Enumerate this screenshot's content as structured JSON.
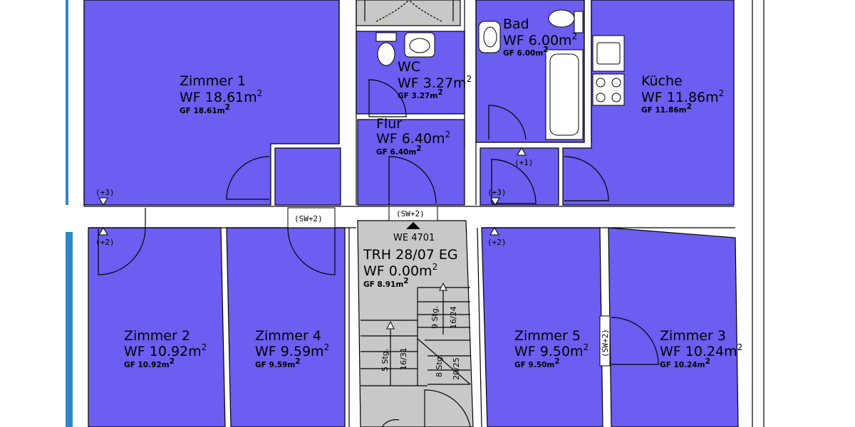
{
  "colors": {
    "room": "#6b5ef0",
    "stair": "#c8c8c8",
    "wall": "#ffffff",
    "line": "#000000",
    "edge": "#2f86c8"
  },
  "rooms": {
    "zimmer1": {
      "name": "Zimmer 1",
      "wf": "WF 18.61m",
      "gf": "GF 18.61m"
    },
    "wc": {
      "name": "WC",
      "wf": "WF 3.27m",
      "gf": "GF 3.27m"
    },
    "bad": {
      "name": "Bad",
      "wf": "WF 6.00m",
      "gf": "GF 6.00m"
    },
    "kueche": {
      "name": "Küche",
      "wf": "WF 11.86m",
      "gf": "GF 11.86m"
    },
    "flur": {
      "name": "Flur",
      "wf": "WF 6.40m",
      "gf": "GF 6.40m"
    },
    "zimmer2": {
      "name": "Zimmer 2",
      "wf": "WF 10.92m",
      "gf": "GF 10.92m"
    },
    "zimmer4": {
      "name": "Zimmer 4",
      "wf": "WF 9.59m",
      "gf": "GF 9.59m"
    },
    "trh": {
      "name": "TRH 28/07 EG",
      "wf": "WF 0.00m",
      "gf": "GF 8.91m"
    },
    "zimmer5": {
      "name": "Zimmer 5",
      "wf": "WF 9.50m",
      "gf": "GF 9.50m"
    },
    "zimmer3": {
      "name": "Zimmer 3",
      "wf": "WF 10.24m",
      "gf": "GF 10.24m"
    }
  },
  "superscript": "2",
  "apartment_id": "WE 4701",
  "door_tags": {
    "sw2_left": "(SW+2)",
    "sw2_stair": "(SW+2)",
    "sw2_vertical": "(SW+2)",
    "p3_left": "(+3)",
    "p2_left": "(+2)",
    "p1_bad": "(+1)",
    "p3_right": "(+3)",
    "p2_right": "(+2)"
  },
  "stairs": {
    "run_a_steps": "5 Stg.",
    "run_a_dim": "16/31",
    "run_b_steps": "9 Stg.",
    "run_b_dim": "16/24",
    "run_c_steps": "8 Stg.",
    "run_c_dim": "20/25"
  }
}
